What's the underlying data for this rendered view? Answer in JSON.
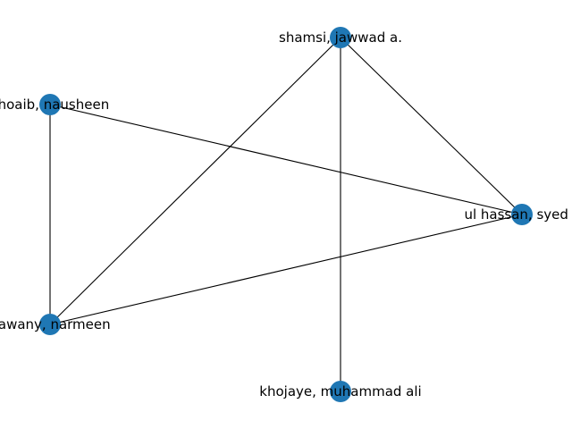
{
  "graph": {
    "node_color": "#1f77b4",
    "edge_color": "#000000",
    "nodes": [
      {
        "id": "shamsi",
        "label": "shamsi, jawwad a."
      },
      {
        "id": "shoaib",
        "label": "shoaib, nausheen"
      },
      {
        "id": "ulhassan",
        "label": "ul hassan, syed z"
      },
      {
        "id": "qawany",
        "label": "qawany, narmeen"
      },
      {
        "id": "khojaye",
        "label": "khojaye, muhammad ali"
      }
    ],
    "edges": [
      {
        "source": "shamsi",
        "target": "ulhassan"
      },
      {
        "source": "shamsi",
        "target": "qawany"
      },
      {
        "source": "shamsi",
        "target": "khojaye"
      },
      {
        "source": "shoaib",
        "target": "ulhassan"
      },
      {
        "source": "shoaib",
        "target": "qawany"
      },
      {
        "source": "qawany",
        "target": "ulhassan"
      }
    ]
  }
}
